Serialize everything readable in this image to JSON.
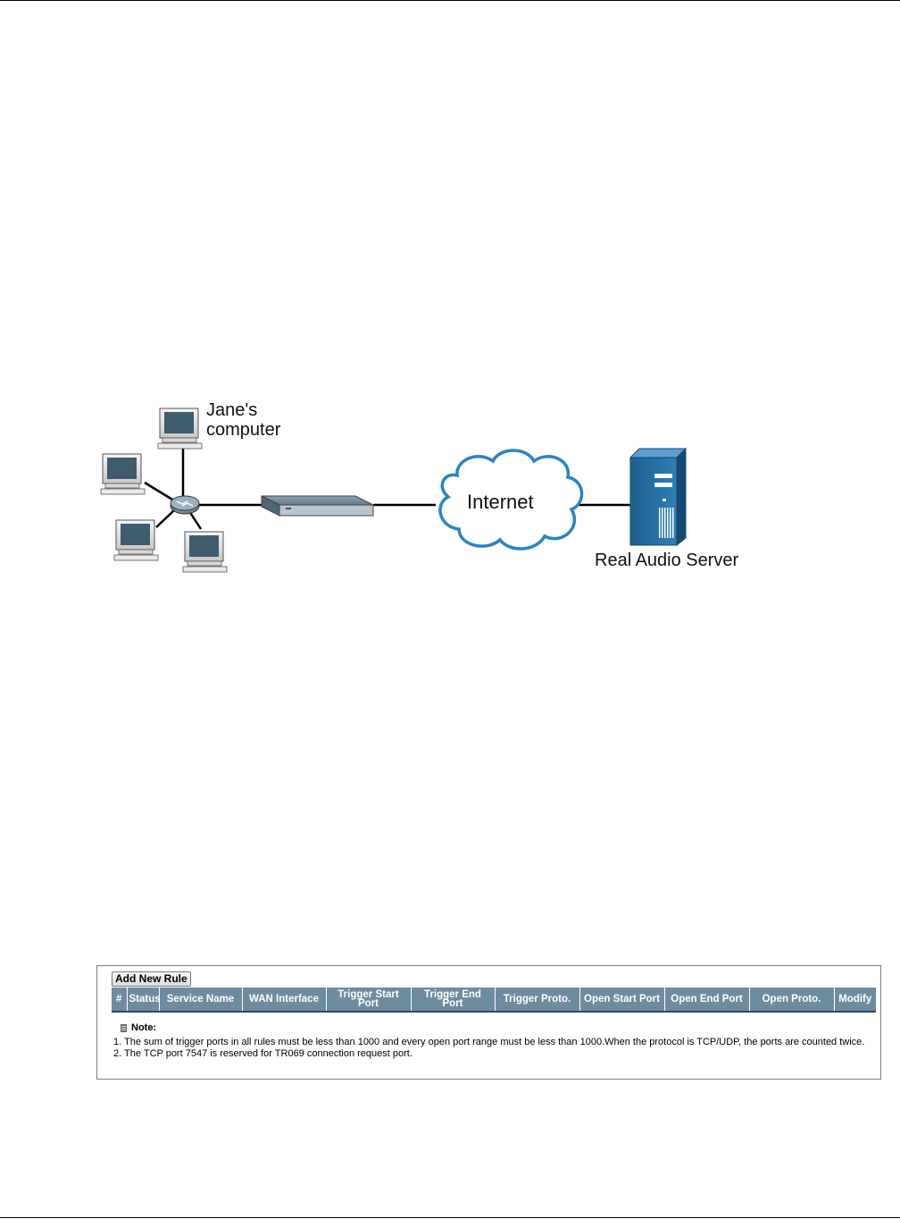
{
  "diagram": {
    "labels": {
      "janes_computer_line1": "Jane's",
      "janes_computer_line2": "computer",
      "internet": "Internet",
      "server": "Real Audio Server"
    }
  },
  "screen": {
    "add_rule_label": "Add New Rule",
    "table": {
      "headers": [
        "#",
        "Status",
        "Service Name",
        "WAN Interface",
        "Trigger Start Port",
        "Trigger End Port",
        "Trigger Proto.",
        "Open Start Port",
        "Open End Port",
        "Open Proto.",
        "Modify"
      ]
    },
    "note": {
      "title": "Note:",
      "items": [
        " 1. The sum of trigger ports in all rules must be less than 1000 and every open port range must be less than 1000.When the protocol is TCP/UDP, the ports are counted twice.",
        " 2. The TCP port 7547 is reserved for TR069 connection request port."
      ]
    },
    "colors": {
      "header_bg": "#6e8ca0",
      "header_text": "#ffffff"
    }
  }
}
